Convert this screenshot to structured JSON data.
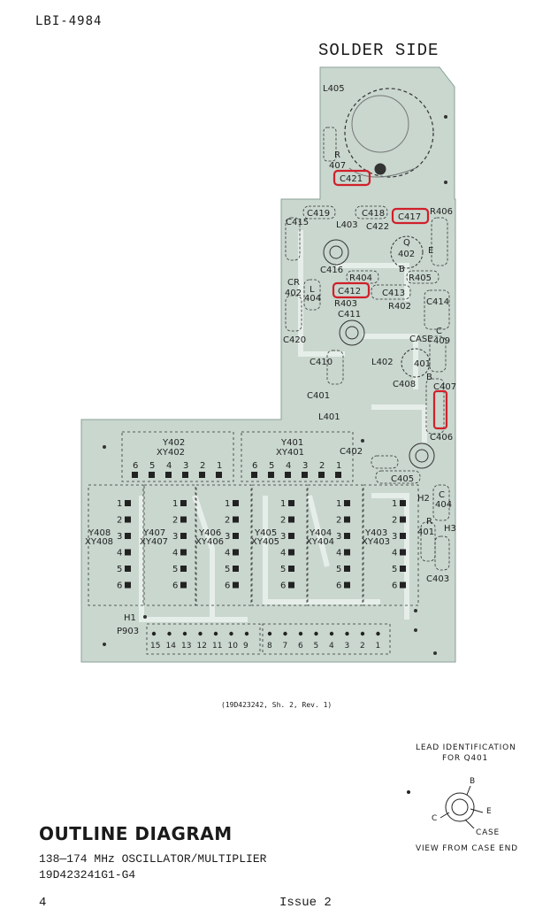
{
  "header": {
    "doc_id": "LBI-4984",
    "side_title": "SOLDER SIDE"
  },
  "drawing_ref": "(19D423242, Sh. 2, Rev. 1)",
  "footer": {
    "title": "OUTLINE DIAGRAM",
    "subtitle_line1": "138—174 MHz OSCILLATOR/MULTIPLIER",
    "subtitle_line2": "19D423241G1-G4",
    "page_number": "4",
    "issue": "Issue 2"
  },
  "lead_identification": {
    "title_line1": "LEAD IDENTIFICATION",
    "title_line2": "FOR Q401",
    "pin_b": "B",
    "pin_c": "C",
    "pin_e": "E",
    "case_label": "CASE",
    "view_label": "VIEW FROM CASE END"
  },
  "components": {
    "L405": "L405",
    "R407_r": "R",
    "R407_n": "407",
    "C421": "C421",
    "C419": "C419",
    "C418": "C418",
    "C417": "C417",
    "R406": "R406",
    "C415": "C415",
    "L403": "L403",
    "C422": "C422",
    "Q_label": "Q",
    "Q402": "402",
    "E": "E",
    "B": "B",
    "C416": "C416",
    "R404": "R404",
    "R405": "R405",
    "CR": "CR",
    "CR402": "402",
    "L404_l": "L",
    "L404_n": "404",
    "C412": "C412",
    "C413": "C413",
    "R403": "R403",
    "R402": "R402",
    "C414": "C414",
    "C411": "C411",
    "C420": "C420",
    "CASE": "CASE",
    "C409": "409",
    "C409_c": "C",
    "C410": "C410",
    "L402": "L402",
    "Q401": "401",
    "C408": "C408",
    "B2": "B",
    "C407": "C407",
    "C401": "C401",
    "L401": "L401",
    "C406": "C406",
    "Y402": "Y402",
    "XY402": "XY402",
    "Y401": "Y401",
    "XY401": "XY401",
    "C402": "C402",
    "C405": "C405",
    "H2": "H2",
    "C404_c": "C",
    "C404": "404",
    "R401_r": "R",
    "R401": "401",
    "H3": "H3",
    "C403": "C403",
    "H1": "H1",
    "P903": "P903",
    "Y408": "Y408",
    "XY408": "XY408",
    "Y407": "Y407",
    "XY407": "XY407",
    "Y406": "Y406",
    "XY406": "XY406",
    "Y405": "Y405",
    "XY405": "XY405",
    "Y404": "Y404",
    "XY404": "XY404",
    "Y403": "Y403",
    "XY403": "XY403"
  },
  "crystal_pins": [
    "1",
    "2",
    "3",
    "4",
    "5",
    "6"
  ],
  "header_pins_left": [
    "6",
    "5",
    "4",
    "3",
    "2",
    "1"
  ],
  "connector_left_pins": [
    "15",
    "14",
    "13",
    "12",
    "11",
    "10",
    "9"
  ],
  "connector_right_pins": [
    "8",
    "7",
    "6",
    "5",
    "4",
    "3",
    "2",
    "1"
  ],
  "highlight_color": "#d0202a",
  "board_color": "#c9d7cf"
}
